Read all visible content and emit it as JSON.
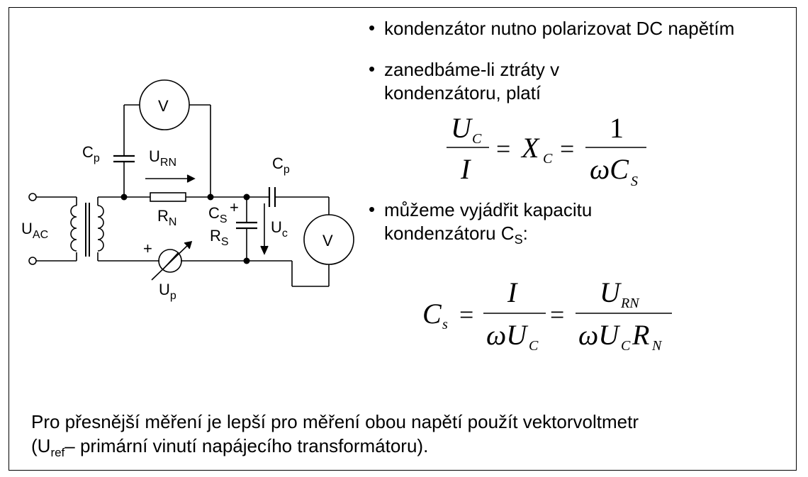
{
  "bullets": [
    {
      "text": "kondenzátor nutno polarizovat DC napětím"
    },
    {
      "line1": "zanedbáme-li ztráty v",
      "line2": "kondenzátoru, platí"
    },
    {
      "line1": "můžeme vyjádřit kapacitu",
      "line2_pre": "kondenzátoru C",
      "line2_sub": "S",
      "line2_post": ":"
    }
  ],
  "bullet_symbol": "•",
  "circuit_labels": {
    "uac_main": "U",
    "uac_sub": "AC",
    "cp1_main": "C",
    "cp1_sub": "p",
    "urn_main": "U",
    "urn_sub": "RN",
    "rn_main": "R",
    "rn_sub": "N",
    "cp2_main": "C",
    "cp2_sub": "p",
    "cs_main": "C",
    "cs_sub": "S",
    "rs_main": "R",
    "rs_sub": "S",
    "uc_main": "U",
    "uc_sub": "c",
    "up_main": "U",
    "up_sub": "p",
    "plus1": "+",
    "plus2": "+",
    "voltmeter1": "V",
    "voltmeter2": "V"
  },
  "formula1": {
    "num_main": "U",
    "num_sub": "C",
    "den": "I",
    "eq1": "=",
    "mid_main": "X",
    "mid_sub": "C",
    "eq2": "=",
    "rnum": "1",
    "rden_main": "ωC",
    "rden_sub": "S"
  },
  "formula2": {
    "lhs_main": "C",
    "lhs_sub": "s",
    "eq1": "=",
    "f1num": "I",
    "f1den_main": "ωU",
    "f1den_sub": "C",
    "eq2": "=",
    "f2num_main": "U",
    "f2num_sub": "RN",
    "f2den_a": "ωU",
    "f2den_a_sub": "C",
    "f2den_b": "R",
    "f2den_b_sub": "N"
  },
  "bottom": {
    "line1": "Pro přesnější měření je lepší pro měření obou napětí použít vektorvoltmetr",
    "line2_pre": "(U",
    "line2_sub": "ref",
    "line2_post": "– primární vinutí napájecího transformátoru)."
  }
}
